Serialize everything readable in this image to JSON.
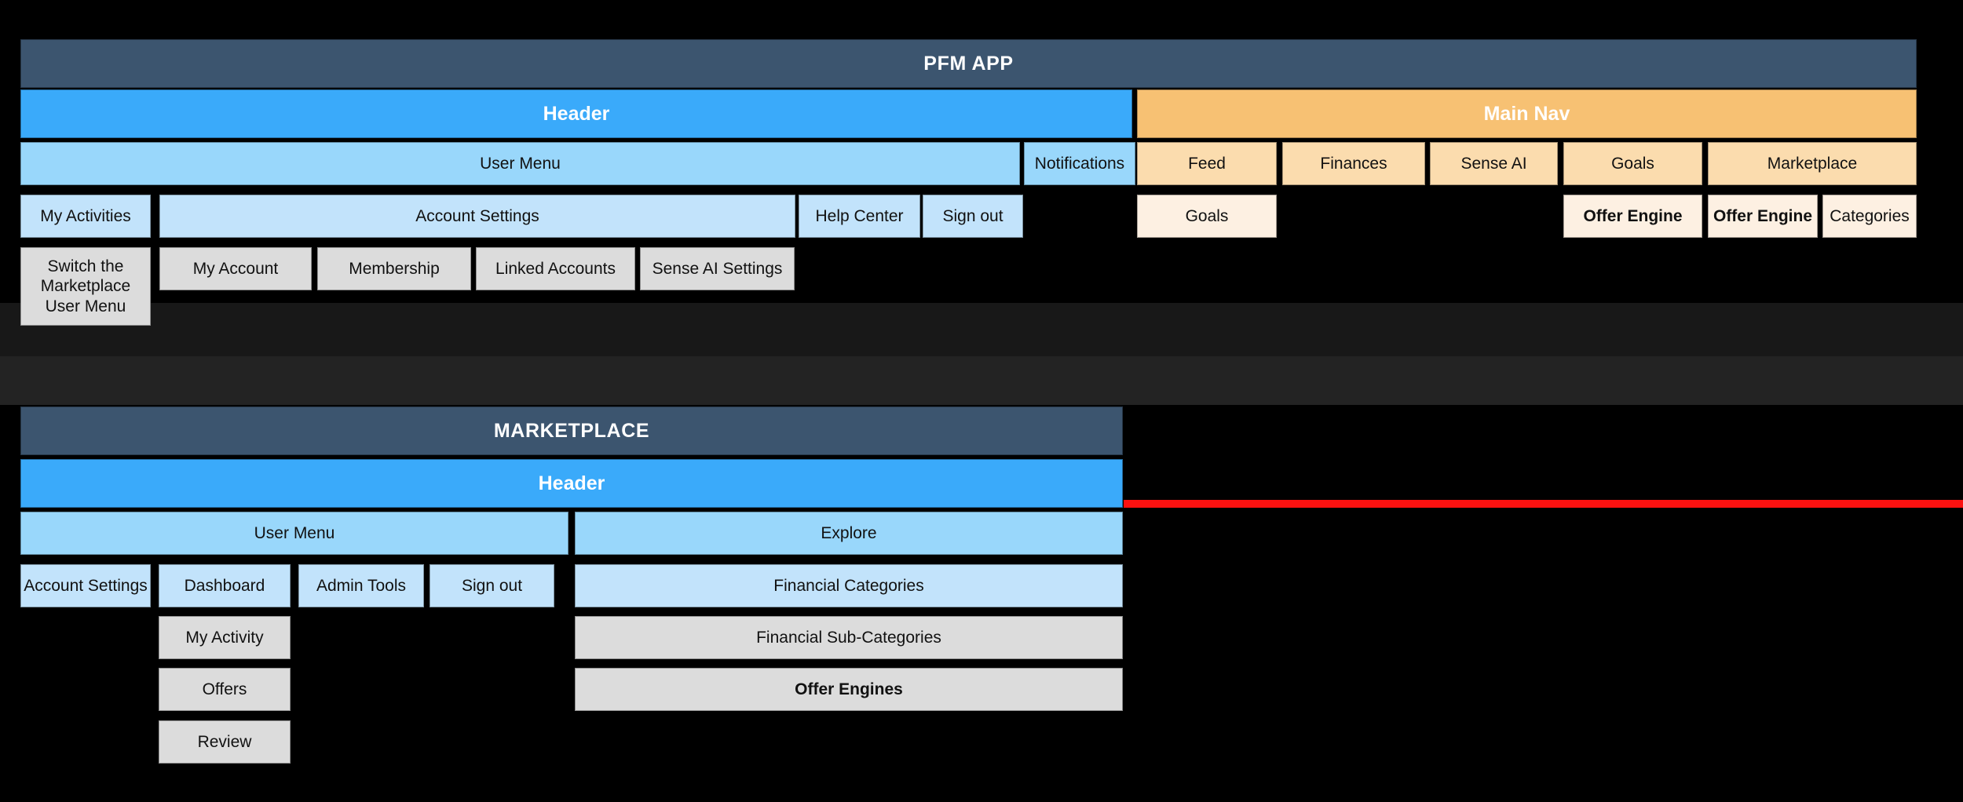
{
  "colors": {
    "background": "#000000",
    "title_bar": "#3C556F",
    "header_bar": "#3AAAFA",
    "sub_level_1": "#99D7FB",
    "sub_level_2": "#C2E3FB",
    "gray_item": "#DCDCDC",
    "nav_bar": "#F7C173",
    "nav_level_1": "#FBDCAE",
    "nav_level_2": "#FDF0E2",
    "divider_red": "#FC1110"
  },
  "pfm_app": {
    "title": "PFM APP",
    "header": {
      "label": "Header",
      "user_menu": {
        "label": "User Menu",
        "children": [
          {
            "label": "My Activities"
          },
          {
            "label": "Account Settings",
            "children": [
              {
                "label": "My Account"
              },
              {
                "label": "Membership"
              },
              {
                "label": "Linked Accounts"
              },
              {
                "label": "Sense AI Settings"
              }
            ]
          },
          {
            "label": "Help Center"
          },
          {
            "label": "Sign out"
          }
        ],
        "switch_note": "Switch the Marketplace User Menu"
      },
      "notifications": {
        "label": "Notifications"
      }
    },
    "main_nav": {
      "label": "Main Nav",
      "items": [
        {
          "label": "Feed",
          "children": [
            {
              "label": "Goals"
            }
          ]
        },
        {
          "label": "Finances",
          "children": []
        },
        {
          "label": "Sense AI",
          "children": []
        },
        {
          "label": "Goals",
          "children": [
            {
              "label": "Offer Engine"
            }
          ]
        },
        {
          "label": "Marketplace",
          "children": [
            {
              "label": "Offer Engine"
            },
            {
              "label": "Categories"
            }
          ]
        }
      ]
    }
  },
  "marketplace": {
    "title": "MARKETPLACE",
    "header": {
      "label": "Header"
    },
    "user_menu": {
      "label": "User Menu",
      "children": [
        {
          "label": "Account Settings",
          "children": []
        },
        {
          "label": "Dashboard",
          "children": [
            {
              "label": "My Activity"
            },
            {
              "label": "Offers"
            },
            {
              "label": "Review"
            }
          ]
        },
        {
          "label": "Admin Tools",
          "children": []
        },
        {
          "label": "Sign out",
          "children": []
        }
      ]
    },
    "explore": {
      "label": "Explore",
      "children": [
        {
          "label": "Financial Categories"
        },
        {
          "label": "Financial Sub-Categories"
        },
        {
          "label": "Offer Engines"
        }
      ]
    }
  }
}
